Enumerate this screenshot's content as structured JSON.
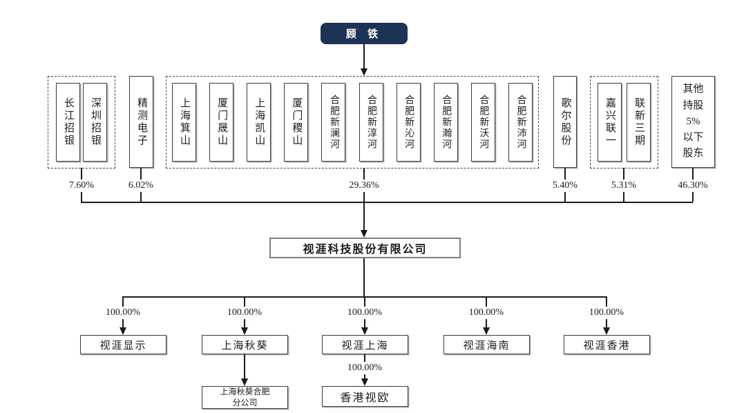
{
  "root": {
    "label": "顾 铁"
  },
  "top_shareholders": {
    "groups": [
      {
        "kind": "dashed",
        "members": [
          "长江招银",
          "深圳招银"
        ],
        "percent": "7.60%"
      },
      {
        "kind": "solo",
        "members": [
          "精测电子"
        ],
        "percent": "6.02%"
      },
      {
        "kind": "dashed",
        "members": [
          "上海箕山",
          "厦门晟山",
          "上海凯山",
          "厦门稷山",
          "合肥新澜河",
          "合肥新淳河",
          "合肥新沁河",
          "合肥新瀚河",
          "合肥新沃河",
          "合肥新沛河"
        ],
        "percent": "29.36%"
      },
      {
        "kind": "solo",
        "members": [
          "歌尔股份"
        ],
        "percent": "5.40%"
      },
      {
        "kind": "dashed",
        "members": [
          "嘉兴联一",
          "联新三期"
        ],
        "percent": "5.31%"
      },
      {
        "kind": "solo",
        "members": [
          "其他持股5%以下股东"
        ],
        "lines": [
          "其他",
          "持股",
          "5%",
          "以下",
          "股东"
        ],
        "percent": "46.30%"
      }
    ]
  },
  "company": {
    "name": "视涯科技股份有限公司"
  },
  "subsidiaries": [
    {
      "name": "视涯显示",
      "percent": "100.00%"
    },
    {
      "name": "上海秋葵",
      "percent": "100.00%",
      "branch": {
        "name": "上海秋葵合肥分公司",
        "lines": [
          "上海秋葵合肥",
          "分公司"
        ]
      }
    },
    {
      "name": "视涯上海",
      "percent": "100.00%",
      "subsidiary": {
        "name": "香港视欧",
        "percent": "100.00%"
      }
    },
    {
      "name": "视涯海南",
      "percent": "100.00%"
    },
    {
      "name": "视涯香港",
      "percent": "100.00%"
    }
  ],
  "colors": {
    "root_box_bg": "#1c3355",
    "root_box_text": "#ffffff",
    "line": "#1a1a1a"
  }
}
